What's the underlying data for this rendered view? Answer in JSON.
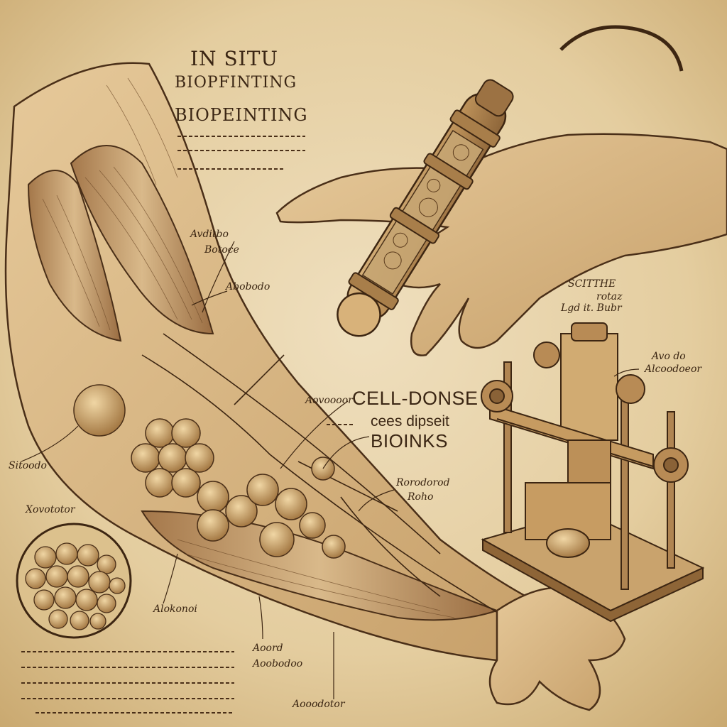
{
  "title": {
    "line1": "IN SITU",
    "line2": "BIOPFINTING",
    "line3": "BIOPEINTING"
  },
  "main_label": {
    "line1": "CELL-DONSE",
    "line2": "cees dipseit",
    "line3": "BIOINKS"
  },
  "labels": {
    "upper_arm_1": "Avditbo",
    "upper_arm_2": "Botoce",
    "muscle": "Abobodo",
    "left_cell": "Sitoodo",
    "circle_inset": "Xovototor",
    "forearm_lower": "Alokonoi",
    "tendon_1": "Aoord",
    "tendon_2": "Aoobodoo",
    "wrist": "Aooodotor",
    "printer_top_1": "SCITTHE",
    "printer_top_2": "rotaz",
    "printer_top_3": "Lgd it. Bubr",
    "printer_right_1": "Avo do",
    "printer_right_2": "Alcoodoeor",
    "cells_right_1": "Rorodorod",
    "cells_right_2": "Roho",
    "pen_label": "Aovoooor"
  }
}
